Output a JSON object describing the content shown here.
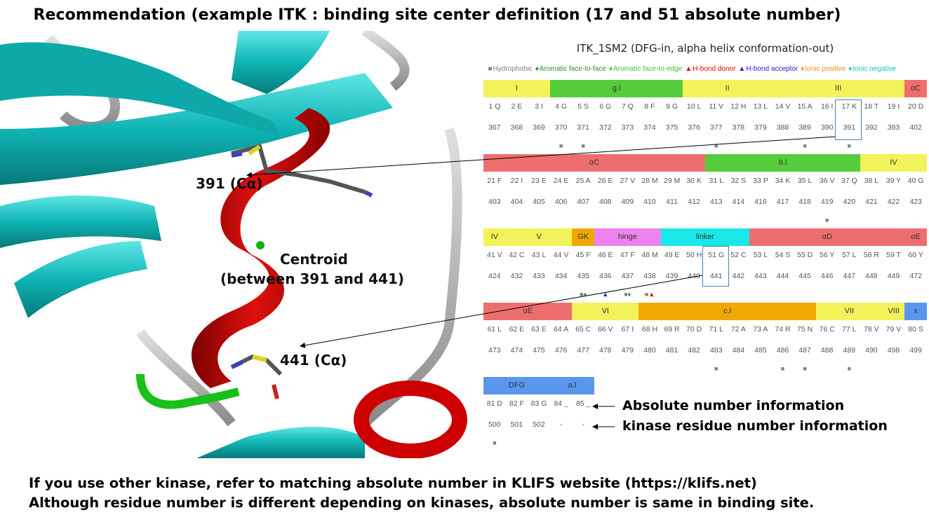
{
  "title": "Recommendation (example ITK : binding site center definition (17 and 51 absolute number)",
  "molecule_labels": {
    "ca391": "391 (Cα)",
    "centroid_line1": "Centroid",
    "centroid_line2": "(between 391 and 441)",
    "ca441": "441 (Cα)"
  },
  "klifs": {
    "title": "ITK_1SM2 (DFG-in, alpha helix conformation-out)",
    "legend": [
      {
        "symbol": "■",
        "label": "Hydrophobic",
        "color": "#808080"
      },
      {
        "symbol": "♦",
        "label": "Aromatic face-to-face",
        "color": "#2e8b2e"
      },
      {
        "symbol": "♦",
        "label": "Aromatic face-to-edge",
        "color": "#3cc43c"
      },
      {
        "symbol": "▲",
        "label": "H-bond donor",
        "color": "#e00000"
      },
      {
        "symbol": "▲",
        "label": "H-bond acceptor",
        "color": "#2020d0"
      },
      {
        "symbol": "♦",
        "label": "Ionic positive",
        "color": "#f08c1c"
      },
      {
        "symbol": "♦",
        "label": "Ionic negative",
        "color": "#18c0c8"
      }
    ],
    "rows": [
      {
        "regions": [
          {
            "label": "I",
            "span": 3,
            "color": "#f2f25a"
          },
          {
            "label": "g.l",
            "span": 6,
            "color": "#55cc3c"
          },
          {
            "label": "II",
            "span": 4,
            "color": "#f2f25a"
          },
          {
            "label": "III",
            "span": 6,
            "color": "#f2f25a"
          },
          {
            "label": "αC",
            "span": 1,
            "color": "#ee6e6e"
          }
        ],
        "residues": [
          "1 Q",
          "2 E",
          "3 I",
          "4 G",
          "5 S",
          "6 G",
          "7 Q",
          "8 F",
          "9 G",
          "10 L",
          "11 V",
          "12 H",
          "13 L",
          "14 V",
          "15 A",
          "16 I",
          "17 K",
          "18 T",
          "19 I",
          "20 D"
        ],
        "numbers": [
          "367",
          "368",
          "369",
          "370",
          "371",
          "372",
          "373",
          "374",
          "375",
          "376",
          "377",
          "378",
          "379",
          "388",
          "389",
          "390",
          "391",
          "392",
          "393",
          "402"
        ],
        "interactions": [
          "",
          "",
          "",
          "■",
          "■",
          "",
          "",
          "",
          "",
          "",
          "■",
          "",
          "",
          "",
          "■",
          "",
          "■",
          "",
          "",
          ""
        ]
      },
      {
        "regions": [
          {
            "label": "αC",
            "span": 10,
            "color": "#ee6e6e"
          },
          {
            "label": "b.l",
            "span": 7,
            "color": "#55cc3c"
          },
          {
            "label": "IV",
            "span": 3,
            "color": "#f2f25a"
          }
        ],
        "residues": [
          "21 F",
          "22 I",
          "23 E",
          "24 E",
          "25 A",
          "26 E",
          "27 V",
          "28 M",
          "29 M",
          "30 K",
          "31 L",
          "32 S",
          "33 P",
          "34 K",
          "35 L",
          "36 V",
          "37 Q",
          "38 L",
          "39 Y",
          "40 G"
        ],
        "numbers": [
          "403",
          "404",
          "405",
          "406",
          "407",
          "408",
          "409",
          "410",
          "411",
          "412",
          "413",
          "414",
          "416",
          "417",
          "418",
          "419",
          "420",
          "421",
          "422",
          "423"
        ],
        "interactions": [
          "",
          "",
          "",
          "",
          "",
          "",
          "",
          "",
          "",
          "",
          "",
          "",
          "",
          "",
          "",
          "■",
          "",
          "",
          "",
          ""
        ]
      },
      {
        "regions": [
          {
            "label": "IV",
            "span": 1,
            "color": "#f2f25a"
          },
          {
            "label": "V",
            "span": 3,
            "color": "#f2f25a"
          },
          {
            "label": "GK",
            "span": 1,
            "color": "#f0a800"
          },
          {
            "label": "hinge",
            "span": 3,
            "color": "#ee82ee"
          },
          {
            "label": "linker",
            "span": 4,
            "color": "#18e8e8"
          },
          {
            "label": "αD",
            "span": 7,
            "color": "#ee6e6e"
          },
          {
            "label": "αE",
            "span": 1,
            "color": "#ee6e6e"
          }
        ],
        "residues": [
          "41 V",
          "42 C",
          "43 L",
          "44 V",
          "45 F",
          "46 E",
          "47 F",
          "48 M",
          "49 E",
          "50 H",
          "51 G",
          "52 C",
          "53 L",
          "54 S",
          "55 D",
          "56 Y",
          "57 L",
          "58 R",
          "59 T",
          "60 Y"
        ],
        "numbers": [
          "424",
          "432",
          "433",
          "434",
          "435",
          "436",
          "437",
          "438",
          "439",
          "440",
          "441",
          "442",
          "443",
          "444",
          "445",
          "446",
          "447",
          "448",
          "449",
          "472"
        ],
        "interactions": [
          "",
          "",
          "",
          "",
          "■♦",
          "▲",
          "■♦",
          "■▲",
          "",
          "",
          "",
          "",
          "",
          "",
          "",
          "",
          "",
          "",
          "",
          ""
        ]
      },
      {
        "regions": [
          {
            "label": "αE",
            "span": 4,
            "color": "#ee6e6e"
          },
          {
            "label": "VI",
            "span": 3,
            "color": "#f2f25a"
          },
          {
            "label": "c.l",
            "span": 8,
            "color": "#f0a800"
          },
          {
            "label": "VII",
            "span": 3,
            "color": "#f2f25a"
          },
          {
            "label": "VIII",
            "span": 1,
            "color": "#f2f25a"
          },
          {
            "label": "x",
            "span": 1,
            "color": "#5a96ee"
          }
        ],
        "residues": [
          "61 L",
          "62 E",
          "63 E",
          "64 A",
          "65 C",
          "66 V",
          "67 I",
          "68 H",
          "69 R",
          "70 D",
          "71 L",
          "72 A",
          "73 A",
          "74 R",
          "75 N",
          "76 C",
          "77 L",
          "78 V",
          "79 V",
          "80 S"
        ],
        "numbers": [
          "473",
          "474",
          "475",
          "476",
          "477",
          "478",
          "479",
          "480",
          "481",
          "482",
          "483",
          "484",
          "485",
          "486",
          "487",
          "488",
          "489",
          "490",
          "498",
          "499"
        ],
        "interactions": [
          "",
          "",
          "",
          "",
          "",
          "",
          "",
          "",
          "",
          "",
          "■",
          "",
          "",
          "■",
          "■",
          "",
          "■",
          "",
          "",
          ""
        ]
      },
      {
        "regions": [
          {
            "label": "DFG",
            "span": 3,
            "color": "#5a96ee"
          },
          {
            "label": "a.l",
            "span": 2,
            "color": "#5a96ee"
          }
        ],
        "residues": [
          "81 D",
          "82 F",
          "83 G",
          "84 _",
          "85 _"
        ],
        "numbers": [
          "500",
          "501",
          "502",
          "-",
          "-"
        ],
        "interactions": [
          "■",
          "",
          "",
          "",
          ""
        ]
      }
    ]
  },
  "notes": {
    "absolute": "Absolute number information",
    "kinase_residue": "kinase residue number information"
  },
  "footer": {
    "line1": "If you use other kinase, refer to matching absolute number in KLIFS website  (https://klifs.net)",
    "line2": "Although residue number is different depending on kinases, absolute number is same in binding site."
  },
  "colors": {
    "ribbon_helix": "#cc0000",
    "ribbon_sheet": "#10c0c0",
    "ribbon_loop": "#a8a8a8",
    "highlight_box": "#4a7fa8"
  }
}
